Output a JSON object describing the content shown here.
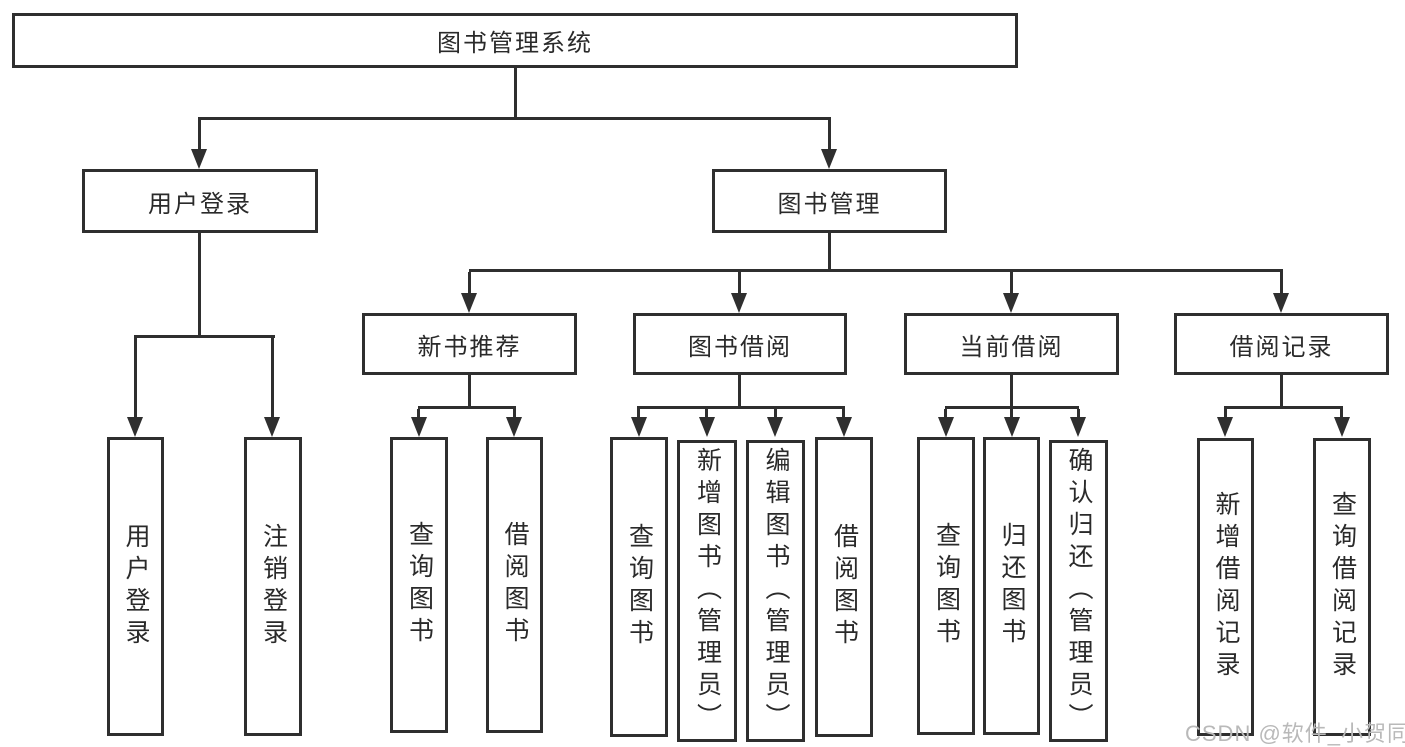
{
  "tree": {
    "root": {
      "label": "图书管理系统",
      "children": [
        {
          "label": "用户登录",
          "children": [
            {
              "label": "用户登录"
            },
            {
              "label": "注销登录"
            }
          ]
        },
        {
          "label": "图书管理",
          "children": [
            {
              "label": "新书推荐",
              "children": [
                {
                  "label": "查询图书"
                },
                {
                  "label": "借阅图书"
                }
              ]
            },
            {
              "label": "图书借阅",
              "children": [
                {
                  "label": "查询图书"
                },
                {
                  "label": "新增图书（管理员）"
                },
                {
                  "label": "编辑图书（管理员）"
                },
                {
                  "label": "借阅图书"
                }
              ]
            },
            {
              "label": "当前借阅",
              "children": [
                {
                  "label": "查询图书"
                },
                {
                  "label": "归还图书"
                },
                {
                  "label": "确认归还（管理员）"
                }
              ]
            },
            {
              "label": "借阅记录",
              "children": [
                {
                  "label": "新增借阅记录"
                },
                {
                  "label": "查询借阅记录"
                }
              ]
            }
          ]
        }
      ]
    }
  },
  "watermark": {
    "text": "CSDN @软件_小贺同学",
    "color": "#b9b9b9"
  },
  "colors": {
    "line": "#2f2f2f",
    "text": "#2a2a2a",
    "background": "#ffffff"
  }
}
